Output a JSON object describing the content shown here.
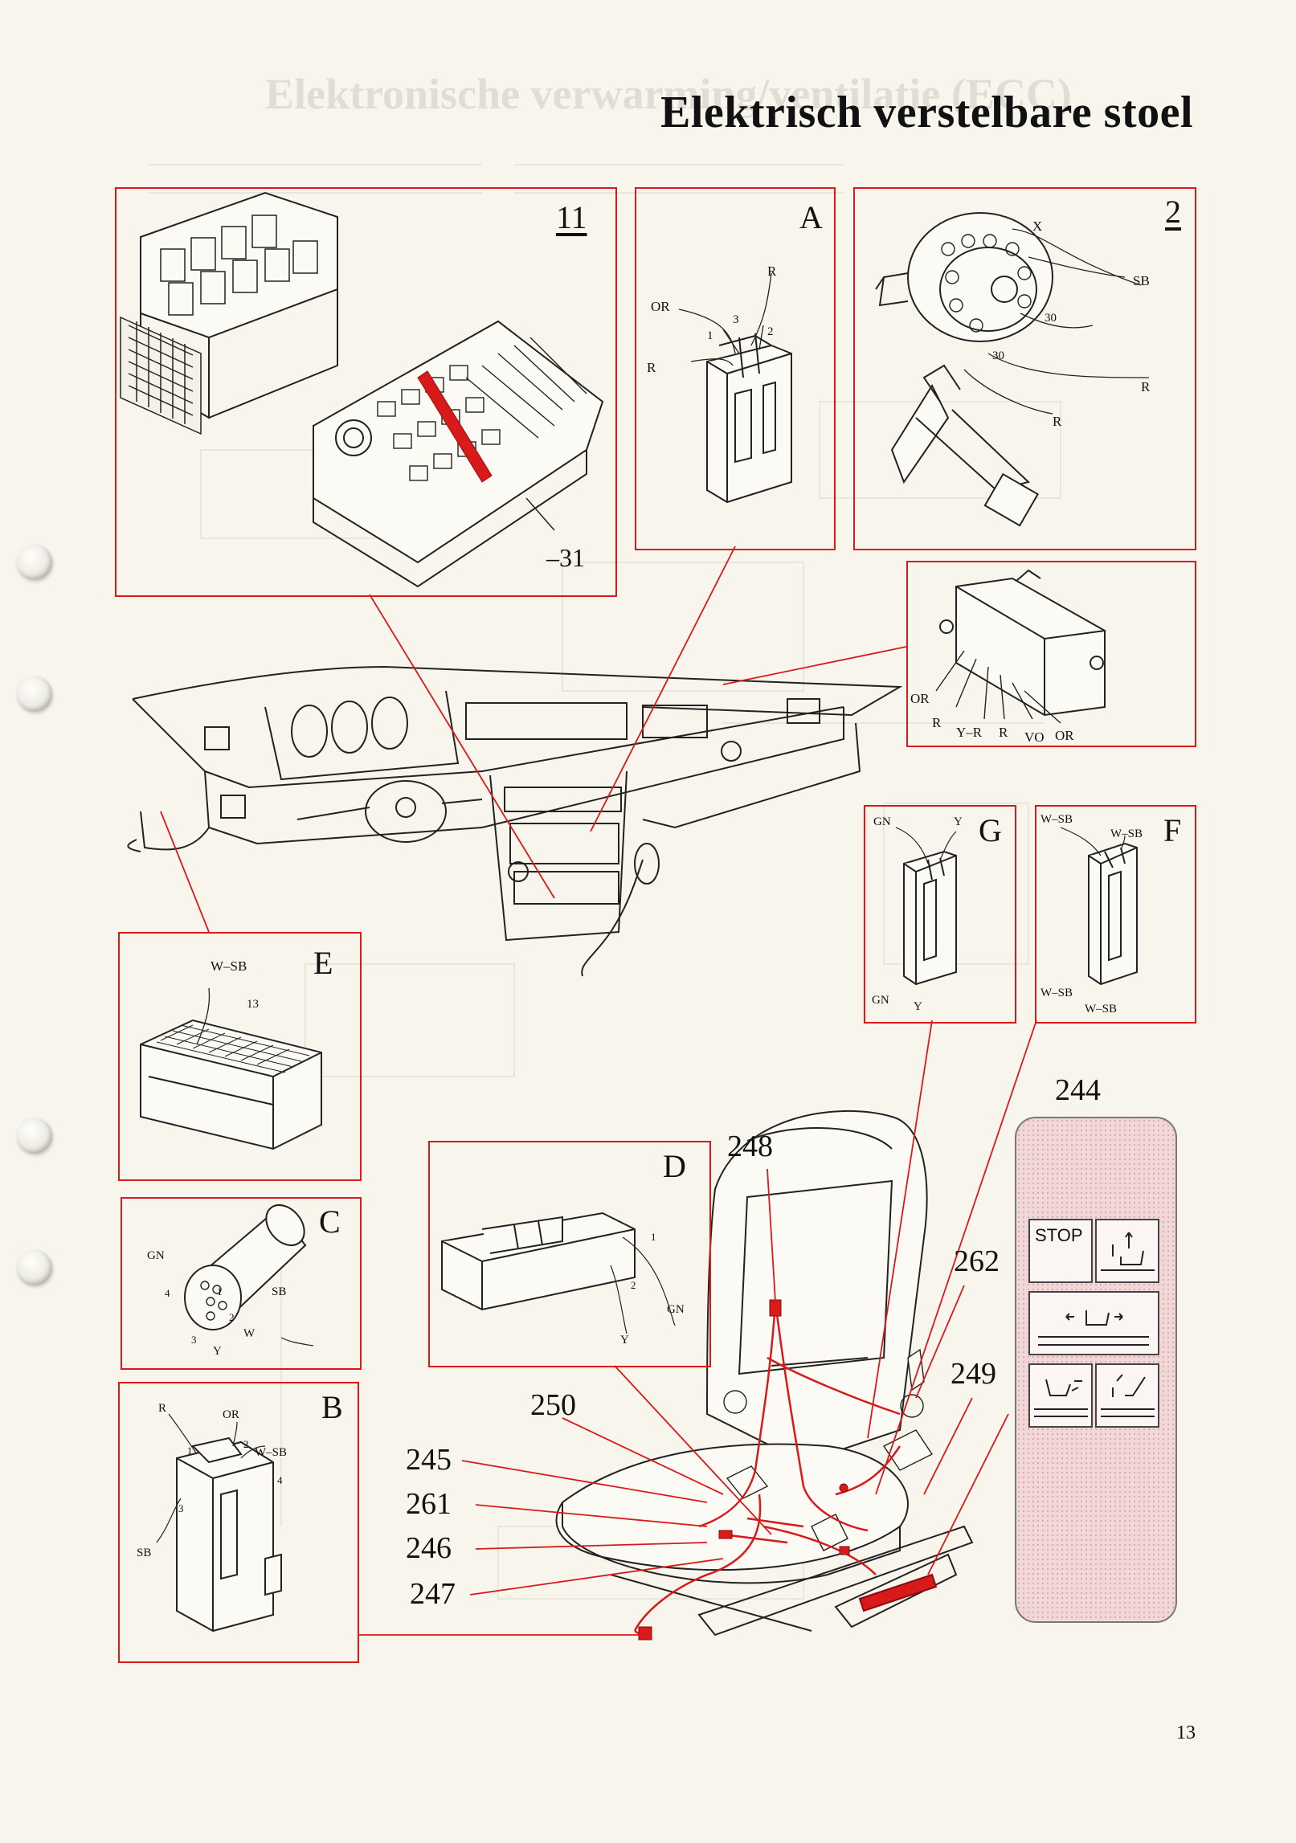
{
  "title": "Elektrisch verstelbare stoel",
  "page_number": "13",
  "accent_color": "#d81a1a",
  "panel_color": "#f1d7d7",
  "boxes": {
    "relay_box": {
      "label": "11",
      "terminal": "–31"
    },
    "A": {
      "label": "A",
      "wires": {
        "or": "OR",
        "r_top": "R",
        "r_left": "R",
        "pin1": "1",
        "pin2": "2",
        "pin3": "3"
      }
    },
    "ignition": {
      "label": "2",
      "wires": {
        "x": "X",
        "sb": "SB",
        "t30a": "30",
        "t30b": "30",
        "r1": "R",
        "r2": "R"
      }
    },
    "module": {
      "wires": {
        "or1": "OR",
        "r1": "R",
        "yr": "Y–R",
        "r2": "R",
        "vo": "VO",
        "or2": "OR"
      }
    },
    "G": {
      "label": "G",
      "wires": {
        "gn_top": "GN",
        "y_top": "Y",
        "gn_bot": "GN",
        "y_bot": "Y"
      }
    },
    "F": {
      "label": "F",
      "wires": {
        "wsb1": "W–SB",
        "wsb2": "W–SB",
        "wsb3": "W–SB",
        "wsb4": "W–SB"
      }
    },
    "E": {
      "label": "E",
      "wires": {
        "wsb": "W–SB",
        "pin": "13"
      }
    },
    "C": {
      "label": "C",
      "wires": {
        "gn": "GN",
        "sb": "SB",
        "w": "W",
        "y": "Y",
        "p1": "1",
        "p2": "2",
        "p3": "3",
        "p4": "4"
      }
    },
    "D": {
      "label": "D",
      "wires": {
        "gn": "GN",
        "y": "Y",
        "p1": "1",
        "p2": "2"
      }
    },
    "B": {
      "label": "B",
      "wires": {
        "r": "R",
        "or": "OR",
        "wsb": "W–SB",
        "sb": "SB",
        "p1": "1",
        "p2": "2",
        "p3": "3",
        "p4": "4"
      }
    }
  },
  "callouts": [
    "244",
    "248",
    "262",
    "249",
    "250",
    "245",
    "261",
    "246",
    "247"
  ],
  "control_panel": {
    "stop_label": "STOP"
  }
}
